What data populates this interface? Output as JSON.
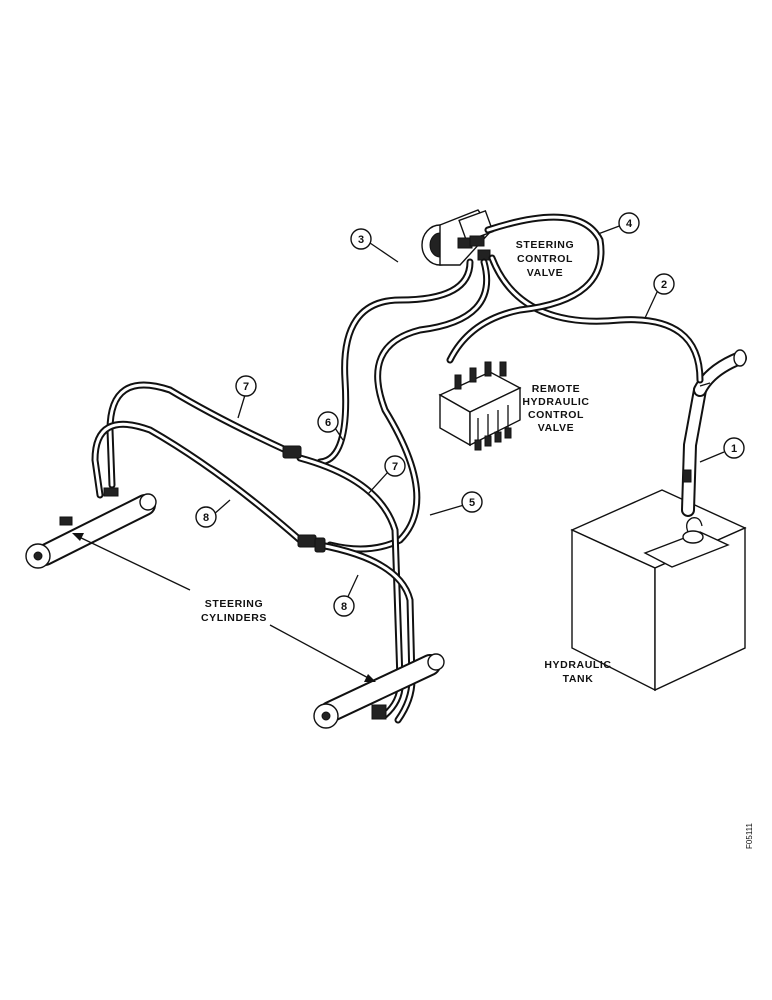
{
  "labels": {
    "steering_control_valve": [
      "STEERING",
      "CONTROL",
      "VALVE"
    ],
    "remote_hydraulic_control_valve": [
      "REMOTE",
      "HYDRAULIC",
      "CONTROL",
      "VALVE"
    ],
    "steering_cylinders": [
      "STEERING",
      "CYLINDERS"
    ],
    "hydraulic_tank": [
      "HYDRAULIC",
      "TANK"
    ]
  },
  "callouts": [
    "1",
    "2",
    "3",
    "4",
    "5",
    "6",
    "7",
    "7",
    "8",
    "8"
  ],
  "figure_id": "F05111"
}
